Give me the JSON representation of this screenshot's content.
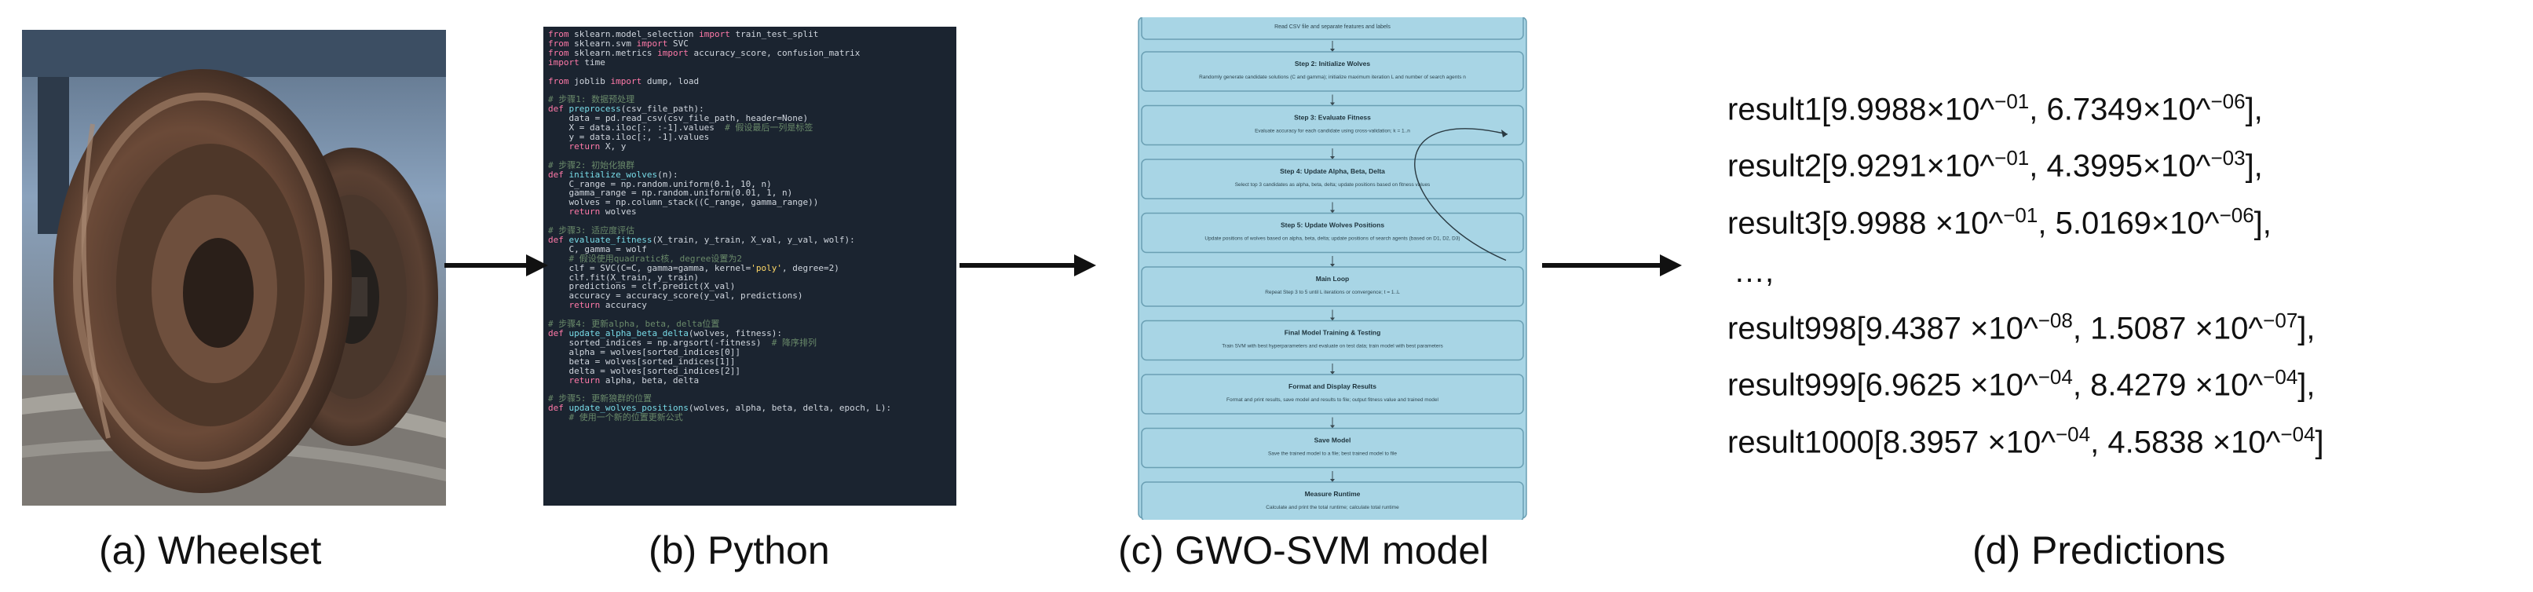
{
  "captions": {
    "a": "(a) Wheelset",
    "b": "(b) Python",
    "c": "(c) GWO-SVM model",
    "d": "(d) Predictions"
  },
  "code_lines": [
    "from sklearn.model_selection import train_test_split",
    "from sklearn.svm import SVC",
    "from sklearn.metrics import accuracy_score, confusion_matrix",
    "import time",
    "",
    "from joblib import dump, load",
    "",
    "# 步骤1: 数据预处理",
    "def preprocess(csv_file_path):",
    "    data = pd.read_csv(csv_file_path, header=None)",
    "    X = data.iloc[:, :-1].values  # 假设最后一列是标签",
    "    y = data.iloc[:, -1].values",
    "    return X, y",
    "",
    "# 步骤2: 初始化狼群",
    "def initialize_wolves(n):",
    "    C_range = np.random.uniform(0.1, 10, n)",
    "    gamma_range = np.random.uniform(0.01, 1, n)",
    "    wolves = np.column_stack((C_range, gamma_range))",
    "    return wolves",
    "",
    "# 步骤3: 适应度评估",
    "def evaluate_fitness(X_train, y_train, X_val, y_val, wolf):",
    "    C, gamma = wolf",
    "    # 假设使用quadratic核, degree设置为2",
    "    clf = SVC(C=C, gamma=gamma, kernel='poly', degree=2)",
    "    clf.fit(X_train, y_train)",
    "    predictions = clf.predict(X_val)",
    "    accuracy = accuracy_score(y_val, predictions)",
    "    return accuracy",
    "",
    "# 步骤4: 更新alpha, beta, delta位置",
    "def update_alpha_beta_delta(wolves, fitness):",
    "    sorted_indices = np.argsort(-fitness)  # 降序排列",
    "    alpha = wolves[sorted_indices[0]]",
    "    beta = wolves[sorted_indices[1]]",
    "    delta = wolves[sorted_indices[2]]",
    "    return alpha, beta, delta",
    "",
    "# 步骤5: 更新狼群的位置",
    "def update_wolves_positions(wolves, alpha, beta, delta, epoch, L):",
    "    # 使用一个新的位置更新公式"
  ],
  "flowchart": {
    "top_text": "Read CSV file and separate features and labels",
    "steps": [
      {
        "title": "Step 2: Initialize Wolves",
        "desc": "Randomly generate candidate solutions (C and gamma); initialize maximum iteration L and number of search agents n"
      },
      {
        "title": "Step 3: Evaluate Fitness",
        "desc": "Evaluate accuracy for each candidate using cross-validation; k = 1..n"
      },
      {
        "title": "Step 4: Update Alpha, Beta, Delta",
        "desc": "Select top 3 candidates as alpha, beta, delta; update positions based on fitness values"
      },
      {
        "title": "Step 5: Update Wolves Positions",
        "desc": "Update positions of wolves based on alpha, beta, delta; update positions of search agents (based on D1, D2, D3)"
      },
      {
        "title": "Main Loop",
        "desc": "Repeat Step 3 to 5 until L iterations or convergence; t = 1..L"
      },
      {
        "title": "Final Model Training & Testing",
        "desc": "Train SVM with best hyperparameters and evaluate on test data; train model with best parameters"
      },
      {
        "title": "Format and Display Results",
        "desc": "Format and print results, save model and results to file; output fitness value and trained model"
      },
      {
        "title": "Save Model",
        "desc": "Save the trained model to a file; best trained model to file"
      },
      {
        "title": "Measure Runtime",
        "desc": "Calculate and print the total runtime; calculate total runtime"
      }
    ]
  },
  "predictions": [
    {
      "name": "result1",
      "a": "9.9988",
      "ae": "−01",
      "asp": false,
      "b": "6.7349",
      "be": "−06",
      "bsp": false,
      "end": "],"
    },
    {
      "name": "result2",
      "a": "9.9291",
      "ae": "−01",
      "asp": false,
      "b": "4.3995",
      "be": "−03",
      "bsp": false,
      "end": "],"
    },
    {
      "name": "result3",
      "a": "9.9988",
      "ae": "−01",
      "asp": true,
      "b": "5.0169",
      "be": "−06",
      "bsp": false,
      "end": "],"
    },
    {
      "name": "result998",
      "a": "9.4387",
      "ae": "−08",
      "asp": true,
      "b": "1.5087",
      "be": "−07",
      "bsp": true,
      "end": "],"
    },
    {
      "name": "result999",
      "a": "6.9625",
      "ae": "−04",
      "asp": true,
      "b": "8.4279",
      "be": "−04",
      "bsp": true,
      "end": "],"
    },
    {
      "name": "result1000",
      "a": "8.3957",
      "ae": "−04",
      "asp": true,
      "b": "4.5838",
      "be": "−04",
      "bsp": true,
      "end": "]"
    }
  ],
  "ellipsis": "…,",
  "times_power": "×10^",
  "colors": {
    "flow_fill": "#a8d5e5",
    "flow_stroke": "#6a9fb3",
    "code_bg": "#1b2430",
    "arrow": "#111111"
  }
}
